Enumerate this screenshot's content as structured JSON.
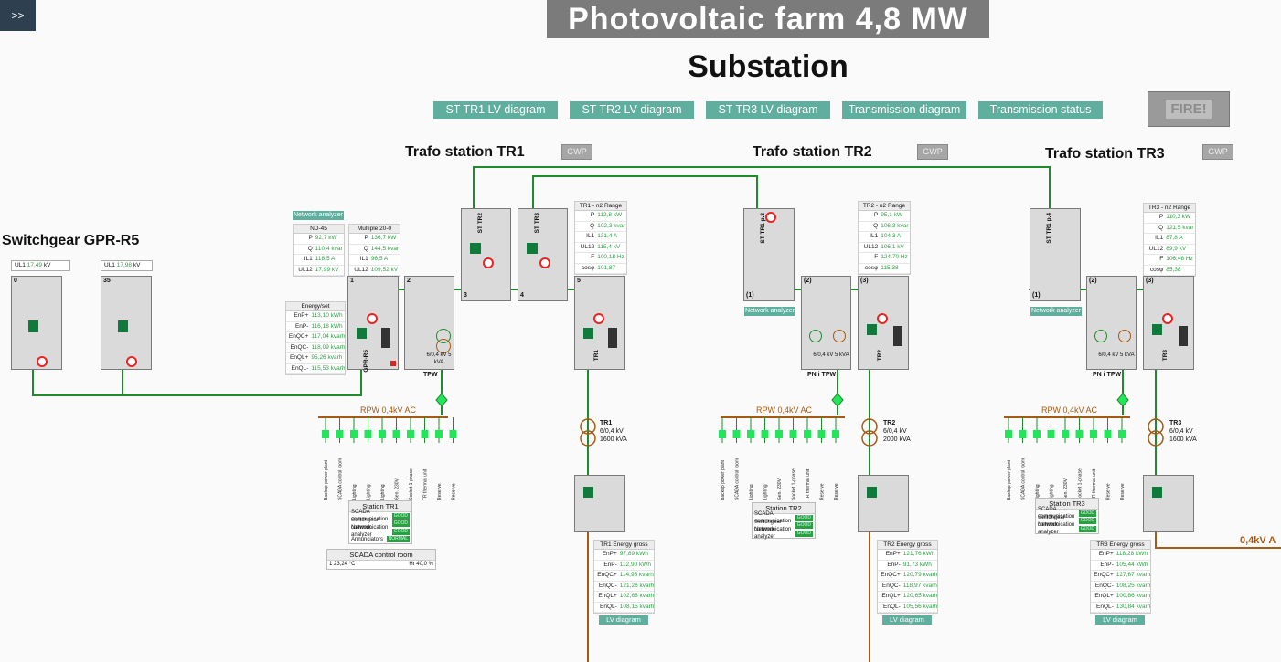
{
  "toggle": {
    "label": ">>"
  },
  "header": {
    "title": "Photovoltaic farm 4,8 MW",
    "subtitle": "Substation"
  },
  "nav": [
    {
      "label": "ST TR1 LV diagram"
    },
    {
      "label": "ST TR2 LV diagram"
    },
    {
      "label": "ST TR3 LV diagram"
    },
    {
      "label": "Transmission diagram"
    },
    {
      "label": "Transmission status"
    }
  ],
  "fire": {
    "label": "FIRE!"
  },
  "colors": {
    "bus": "#1e8c2a",
    "lv": "#a65a14",
    "breaker": "#0f7a3c",
    "accent": "#5fae9e"
  },
  "switchgear": {
    "title": "Switchgear GPR-R5",
    "meters": [
      {
        "label": "UL1",
        "value": "17,49",
        "unit": "kV"
      },
      {
        "label": "UL1",
        "value": "17,98",
        "unit": "kV"
      }
    ],
    "cells": [
      {
        "label": "0"
      },
      {
        "label": "35"
      }
    ]
  },
  "tr1": {
    "title": "Trafo station TR1",
    "gwp": "GWP",
    "network": "Network analyzer",
    "nd": {
      "title": "ND-45",
      "rows": [
        {
          "k": "P",
          "v": "92,7 kW"
        },
        {
          "k": "Q",
          "v": "110,4 kvar"
        },
        {
          "k": "IL1",
          "v": "118,5 A"
        },
        {
          "k": "UL12",
          "v": "17,99 kV"
        }
      ]
    },
    "mult": {
      "title": "Multiple 20-0",
      "rows": [
        {
          "k": "P",
          "v": "136,7 kW"
        },
        {
          "k": "Q",
          "v": "144,5 kvar"
        },
        {
          "k": "IL1",
          "v": "96,5 A"
        },
        {
          "k": "UL12",
          "v": "109,52 kV"
        }
      ]
    },
    "energy": {
      "title": "Energy/set",
      "rows": [
        {
          "k": "EnP+",
          "v": "113,10 kWh"
        },
        {
          "k": "EnP-",
          "v": "116,18 kWh"
        },
        {
          "k": "EnQC+",
          "v": "117,04 kvarh"
        },
        {
          "k": "EnQC-",
          "v": "118,09 kvarh"
        },
        {
          "k": "EnQL+",
          "v": "95,26 kvarh"
        },
        {
          "k": "EnQL-",
          "v": "115,53 kvarh"
        }
      ]
    },
    "tr_tbl": {
      "title": "TR1 - n2 Range",
      "rows": [
        {
          "k": "P",
          "v": "112,8 kW"
        },
        {
          "k": "Q",
          "v": "102,3 kvar"
        },
        {
          "k": "IL1",
          "v": "131,4 A"
        },
        {
          "k": "UL12",
          "v": "115,4 kV"
        },
        {
          "k": "F",
          "v": "100,18 Hz"
        },
        {
          "k": "cosφ",
          "v": "101,87"
        }
      ]
    },
    "cells": {
      "c1": "1",
      "c2": "2",
      "c3": "3",
      "c4": "4",
      "c5": "5",
      "st2": "ST TR2",
      "st3": "ST TR3",
      "gpr": "GPR-R5",
      "tpw": "TPW",
      "tr1": "TR1",
      "tpw_rating": "6/0,4 kV 5 kVA"
    },
    "rpw": "RPW 0,4kV AC",
    "transformer": {
      "name": "TR1",
      "ratio": "6/0,4 kV",
      "power": "1600 kVA"
    },
    "feeders": [
      "Backup power plant",
      "SCADA control room",
      "Lighting",
      "Lighting",
      "Lighting",
      "Gen. 230V",
      "Socket 1-phase",
      "TR thermal unit",
      "Reserve",
      "Reserve"
    ],
    "status": {
      "title": "Station TR1",
      "rows": [
        {
          "k": "SCADA communication",
          "v": "GOOD"
        },
        {
          "k": "Switchgear communication",
          "v": "GOOD"
        },
        {
          "k": "Network analyzer",
          "v": "GOOD"
        },
        {
          "k": "Annunciators",
          "v": "NORMAL"
        }
      ]
    },
    "scada": {
      "title": "SCADA control room",
      "t": "1  23,24 °C",
      "h": "Hr  40,0 %"
    },
    "energy_bottom": {
      "title": "TR1 Energy gross",
      "rows": [
        {
          "k": "EnP+",
          "v": "97,89 kWh"
        },
        {
          "k": "EnP-",
          "v": "112,90 kWh"
        },
        {
          "k": "EnQC+",
          "v": "114,93 kvarh"
        },
        {
          "k": "EnQC-",
          "v": "121,26 kvarh"
        },
        {
          "k": "EnQL+",
          "v": "102,68 kvarh"
        },
        {
          "k": "EnQL-",
          "v": "108,15 kvarh"
        }
      ]
    },
    "lv": "LV diagram"
  },
  "tr2": {
    "title": "Trafo station TR2",
    "gwp": "GWP",
    "network": "Network analyzer",
    "tr_tbl": {
      "title": "TR2 - n2 Range",
      "rows": [
        {
          "k": "P",
          "v": "95,1 kW"
        },
        {
          "k": "Q",
          "v": "106,3 kvar"
        },
        {
          "k": "IL1",
          "v": "104,3 A"
        },
        {
          "k": "UL12",
          "v": "106,1 kV"
        },
        {
          "k": "F",
          "v": "124,70 Hz"
        },
        {
          "k": "cosφ",
          "v": "115,38"
        }
      ]
    },
    "cells": {
      "c1": "(1)",
      "c2": "(2)",
      "c3": "(3)",
      "st": "ST TR1 p.3",
      "pni": "PN i TPW",
      "tr": "TR2",
      "rating": "6/0,4 kV 5 kVA"
    },
    "rpw": "RPW 0,4kV AC",
    "transformer": {
      "name": "TR2",
      "ratio": "6/0,4 kV",
      "power": "2000 kVA"
    },
    "feeders": [
      "Backup power plant",
      "SCADA control room",
      "Lighting",
      "Lighting",
      "Gen. 230V",
      "Socket 1-phase",
      "TR thermal unit",
      "Reserve",
      "Reserve"
    ],
    "status": {
      "title": "Station TR2",
      "rows": [
        {
          "k": "SCADA communication",
          "v": "GOOD"
        },
        {
          "k": "Switchgear communication",
          "v": "GOOD"
        },
        {
          "k": "Network analyzer",
          "v": "GOOD"
        }
      ]
    },
    "energy_bottom": {
      "title": "TR2 Energy gross",
      "rows": [
        {
          "k": "EnP+",
          "v": "121,76 kWh"
        },
        {
          "k": "EnP-",
          "v": "91,73 kWh"
        },
        {
          "k": "EnQC+",
          "v": "120,79 kvarh"
        },
        {
          "k": "EnQC-",
          "v": "118,97 kvarh"
        },
        {
          "k": "EnQL+",
          "v": "120,65 kvarh"
        },
        {
          "k": "EnQL-",
          "v": "105,56 kvarh"
        }
      ]
    },
    "lv": "LV diagram"
  },
  "tr3": {
    "title": "Trafo station TR3",
    "gwp": "GWP",
    "network": "Network analyzer",
    "tr_tbl": {
      "title": "TR3 - n2 Range",
      "rows": [
        {
          "k": "P",
          "v": "110,3 kW"
        },
        {
          "k": "Q",
          "v": "121,5 kvar"
        },
        {
          "k": "IL1",
          "v": "87,8 A"
        },
        {
          "k": "UL12",
          "v": "89,9 kV"
        },
        {
          "k": "F",
          "v": "106,48 Hz"
        },
        {
          "k": "cosφ",
          "v": "85,38"
        }
      ]
    },
    "cells": {
      "c1": "(1)",
      "c2": "(2)",
      "c3": "(3)",
      "st": "ST TR1 p.4",
      "pni": "PN i TPW",
      "tr": "TR3",
      "rating": "6/0,4 kV 5 kVA"
    },
    "rpw": "RPW 0,4kV AC",
    "transformer": {
      "name": "TR3",
      "ratio": "6/0,4 kV",
      "power": "1600 kVA"
    },
    "feeders": [
      "Backup power plant",
      "SCADA control room",
      "Lighting",
      "Lighting",
      "Gen. 230V",
      "Socket 1-phase",
      "TR thermal unit",
      "Reserve",
      "Reserve"
    ],
    "status": {
      "title": "Station TR3",
      "rows": [
        {
          "k": "SCADA communication",
          "v": "GOOD"
        },
        {
          "k": "Switchgear communication",
          "v": "GOOD"
        },
        {
          "k": "Network analyzer",
          "v": "GOOD"
        }
      ]
    },
    "energy_bottom": {
      "title": "TR3 Energy gross",
      "rows": [
        {
          "k": "EnP+",
          "v": "118,28 kWh"
        },
        {
          "k": "EnP-",
          "v": "105,44 kWh"
        },
        {
          "k": "EnQC+",
          "v": "127,67 kvarh"
        },
        {
          "k": "EnQC-",
          "v": "108,25 kvarh"
        },
        {
          "k": "EnQL+",
          "v": "100,86 kvarh"
        },
        {
          "k": "EnQL-",
          "v": "130,84 kvarh"
        }
      ]
    },
    "lv": "LV diagram",
    "lv_label": "0,4kV A"
  }
}
